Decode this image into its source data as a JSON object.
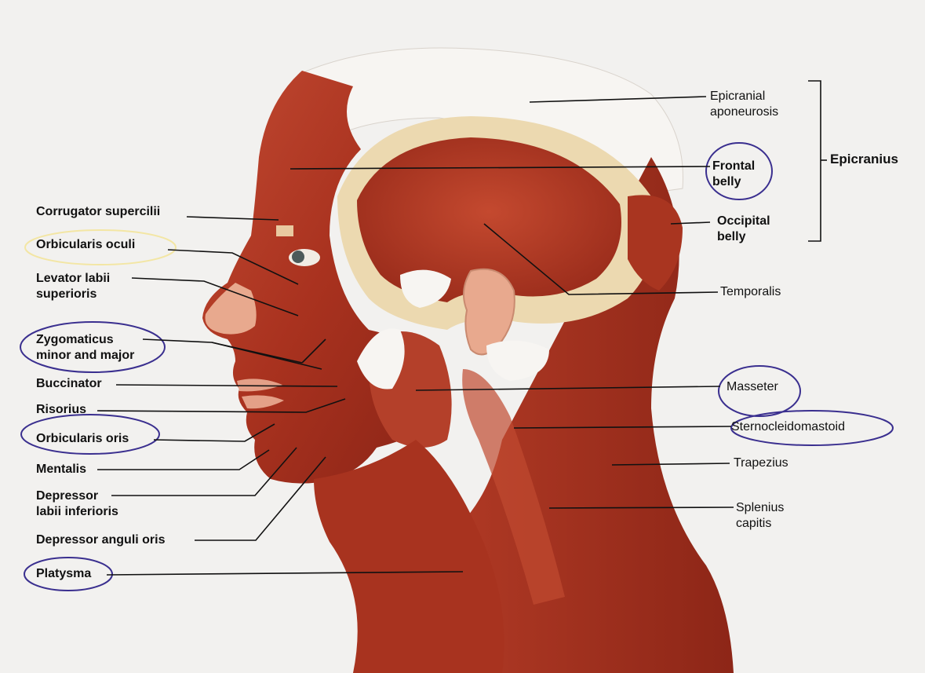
{
  "colors": {
    "background": "#f2f1ef",
    "muscle": "#b23a26",
    "muscle_dark": "#7a1f12",
    "tendon": "#ecd9b0",
    "aponeurosis": "#f7f5f2",
    "skin": "#e8a98e",
    "leader_line": "#111111",
    "pen_circle": "#3a2f8f",
    "pen_circle_yellow": "#f3e6a4"
  },
  "labels": {
    "corrugator": "Corrugator supercilii",
    "orbicularis_oculi": "Orbicularis oculi",
    "levator": "Levator labii\nsuperioris",
    "zygomaticus": "Zygomaticus\nminor and major",
    "buccinator": "Buccinator",
    "risorius": "Risorius",
    "orbicularis_oris": "Orbicularis oris",
    "mentalis": "Mentalis",
    "depressor_labii": "Depressor\nlabii inferioris",
    "depressor_anguli": "Depressor anguli oris",
    "platysma": "Platysma",
    "epicranial_aponeurosis": "Epicranial\naponeurosis",
    "frontal_belly": "Frontal\nbelly",
    "occipital_belly": "Occipital\nbelly",
    "epicranius": "Epicranius",
    "temporalis": "Temporalis",
    "masseter": "Masseter",
    "sternocleidomastoid": "Sternocleidomastoid",
    "trapezius": "Trapezius",
    "splenius": "Splenius\ncapitis"
  }
}
